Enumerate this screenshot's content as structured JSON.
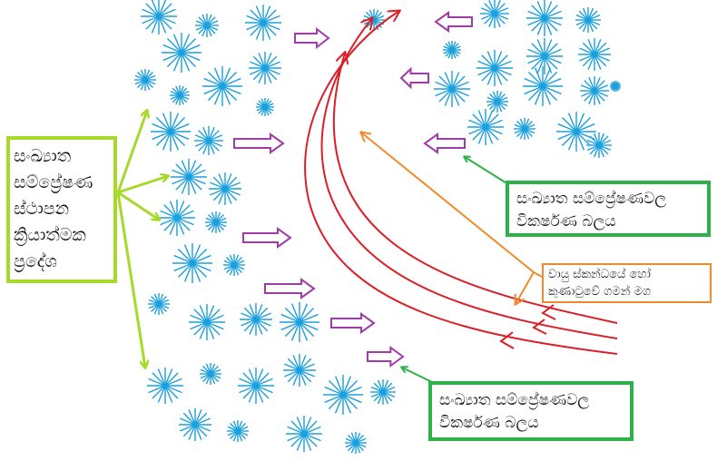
{
  "labels": {
    "active_region": [
      "සංඛ්‍යාත",
      "සම්ප්‍රේෂණ",
      "ස්ථාපන",
      "ක්‍රියාත්මක",
      "ප්‍රදේශ"
    ],
    "repulsion_force_top": [
      "සංඛ්‍යාත සම්ප්‍රේෂණවල",
      "විකර්ෂණ බලය"
    ],
    "repulsion_force_bottom": [
      "සංඛ්‍යාත සම්ප්‍රේෂණවල",
      "විකර්ෂණ බලය"
    ],
    "storm_path": [
      "වායු ස්කන්ධයේ හෝ",
      "කුණාටුවේ ගමන් මග"
    ]
  },
  "colors": {
    "starburst": "#1aa0dc",
    "hollow_arrow": "#a03ca8",
    "storm_path": "#dc1e28",
    "active_region_border": "#a6d92a",
    "repulsion_border": "#2db24a",
    "storm_label_border": "#f08a2a"
  }
}
